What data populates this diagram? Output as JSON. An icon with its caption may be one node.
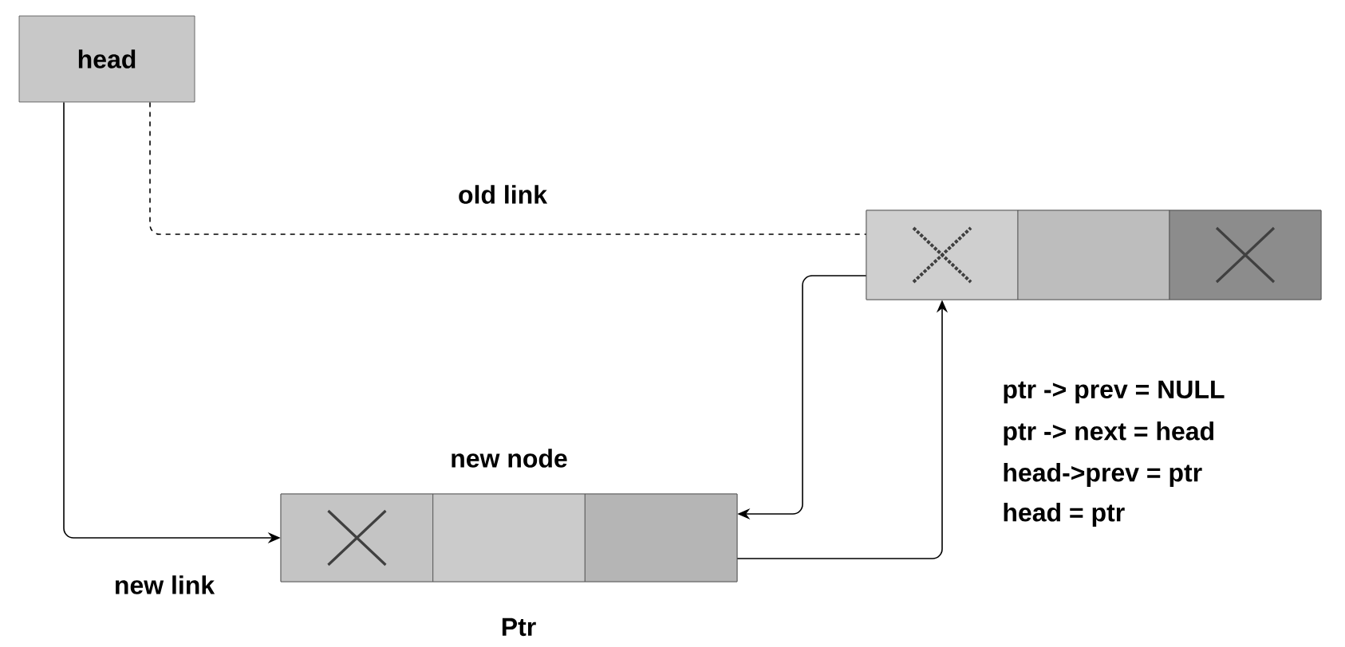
{
  "diagram": {
    "nodes": [
      {
        "text": [
          "head"
        ]
      },
      {
        "text": [],
        "shape": "box"
      },
      {
        "text": [],
        "shape": "box",
        "in": 1
      },
      {
        "text": [],
        "shape": "box",
        "in": 1
      },
      {
        "text": [],
        "shape": "box",
        "in": 1
      },
      {
        "text": [
          "new node"
        ],
        "beside": [
          "Ptr"
        ]
      },
      {
        "text": [],
        "shape": "box",
        "in": 5
      },
      {
        "text": [],
        "shape": "box",
        "in": 5
      },
      {
        "text": [],
        "shape": "box",
        "in": 5
      }
    ],
    "edges": [
      {
        "from": 0,
        "to": 2,
        "arrow": "none",
        "style": "dashed",
        "label": "old link"
      },
      {
        "from": 0,
        "to": 6,
        "arrow": "to",
        "label": "new link"
      },
      {
        "from": 2,
        "to": 8,
        "arrow": "to"
      },
      {
        "from": 8,
        "to": 2,
        "arrow": "to"
      }
    ],
    "labels": [
      "ptr -> prev = NULL",
      "ptr -> next = head",
      "head->prev = ptr",
      "head = ptr"
    ]
  }
}
